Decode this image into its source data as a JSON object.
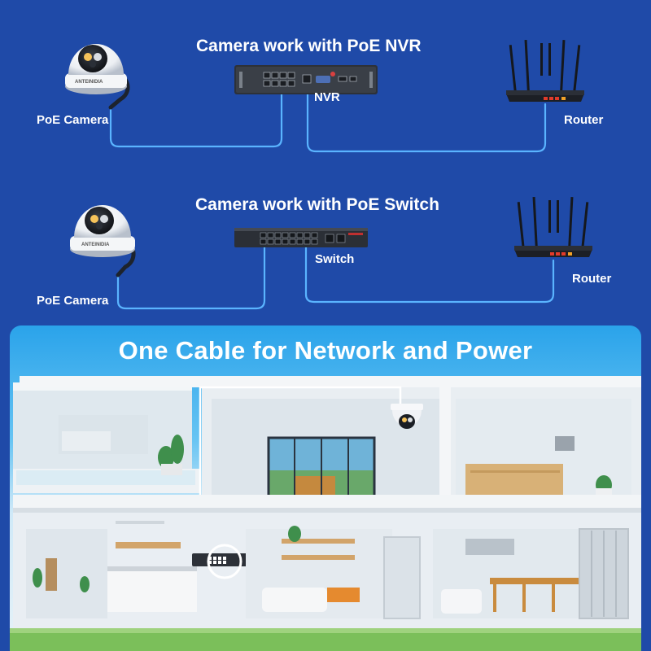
{
  "section_nvr": {
    "title": "Camera work with PoE NVR",
    "camera_label": "PoE Camera",
    "device_label": "NVR",
    "router_label": "Router",
    "camera_brand": "ANTEINIDIA"
  },
  "section_switch": {
    "title": "Camera work with PoE Switch",
    "camera_label": "PoE Camera",
    "device_label": "Switch",
    "router_label": "Router",
    "camera_brand": "ANTEINIDIA"
  },
  "banner": {
    "title": "One Cable for Network and Power"
  },
  "icons": [
    "dome-camera-icon",
    "nvr-recorder-icon",
    "poe-switch-icon",
    "wifi-router-icon",
    "house-cutaway-illustration"
  ],
  "colors": {
    "background": "#1f4aa8",
    "cable": "#5ab4ff",
    "router_ports": "#e23b2a",
    "banner_top": "#2aa3ea",
    "white_cable": "#ffffff"
  }
}
